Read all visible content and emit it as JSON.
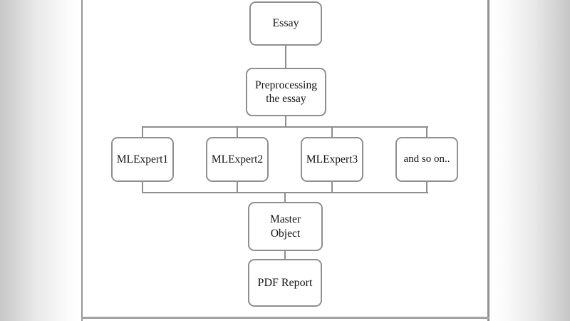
{
  "diagram": {
    "nodes": {
      "essay": "Essay",
      "preprocessing": "Preprocessing the essay",
      "mlexpert1": "MLExpert1",
      "mlexpert2": "MLExpert2",
      "mlexpert3": "MLExpert3",
      "and_so_on": "and so on..",
      "master_object": "Master Object",
      "pdf_report": "PDF Report"
    },
    "edges": [
      [
        "Essay",
        "Preprocessing the essay"
      ],
      [
        "Preprocessing the essay",
        "MLExpert1"
      ],
      [
        "Preprocessing the essay",
        "MLExpert2"
      ],
      [
        "Preprocessing the essay",
        "MLExpert3"
      ],
      [
        "Preprocessing the essay",
        "and so on.."
      ],
      [
        "MLExpert1",
        "Master Object"
      ],
      [
        "MLExpert2",
        "Master Object"
      ],
      [
        "MLExpert3",
        "Master Object"
      ],
      [
        "and so on..",
        "Master Object"
      ],
      [
        "Master Object",
        "PDF Report"
      ]
    ],
    "colors": {
      "box_border": "#8f8f8f",
      "connector": "#8f8f8f",
      "text": "#141414",
      "page_background": "#ffffff",
      "margin_shade": "#c7c7c7",
      "frame_edge": "#989898"
    }
  }
}
